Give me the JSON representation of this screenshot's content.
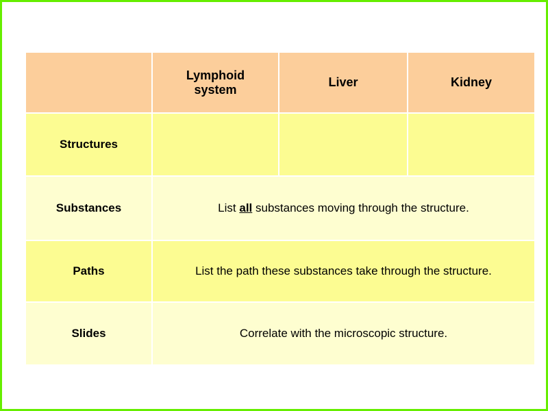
{
  "slide": {
    "border_color": "#66ee00",
    "background": "#ffffff"
  },
  "table": {
    "header_fill": "#fcce9b",
    "band_strong_fill": "#fcfc92",
    "band_light_fill": "#fefed0",
    "corner_label": "",
    "column_headers": [
      "Lymphoid system",
      "Liver",
      "Kidney"
    ],
    "column_headers_lines": {
      "lymphoid_line1": "Lymphoid",
      "lymphoid_line2": "system",
      "liver": "Liver",
      "kidney": "Kidney"
    },
    "rows": [
      {
        "label": "Structures",
        "cells": [
          "",
          "",
          ""
        ],
        "spanned_text": ""
      },
      {
        "label": "Substances",
        "spanned_text_before": "List ",
        "spanned_text_emphasis": "all",
        "spanned_text_after": " substances moving through the structure."
      },
      {
        "label": "Paths",
        "spanned_text": "List the path these substances take through the structure."
      },
      {
        "label": "Slides",
        "spanned_text": "Correlate with the microscopic structure."
      }
    ]
  }
}
